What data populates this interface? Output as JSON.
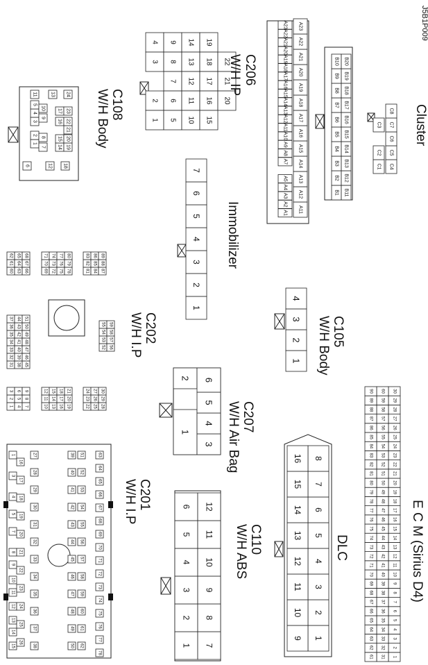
{
  "figure_code": "J5B1P009",
  "connectors": [
    {
      "id": "C201",
      "name": "C201",
      "desc": "W/H I.P",
      "pins": [
        "1",
        "2",
        "3",
        "4",
        "5",
        "6",
        "7",
        "8",
        "9",
        "10",
        "11",
        "12",
        "13",
        "14",
        "15",
        "16",
        "17",
        "18",
        "19",
        "20",
        "21",
        "22",
        "23",
        "24",
        "25",
        "26",
        "27",
        "28",
        "29",
        "30",
        "31",
        "32",
        "33",
        "34",
        "35",
        "36",
        "37",
        "38",
        "39",
        "40",
        "41",
        "42",
        "43",
        "44",
        "45",
        "46",
        "47",
        "48",
        "49",
        "50",
        "51",
        "52",
        "53",
        "54",
        "55",
        "56",
        "57",
        "58",
        "59",
        "60",
        "61",
        "62",
        "63",
        "64",
        "65",
        "66",
        "67",
        "68",
        "69",
        "70",
        "71",
        "72",
        "73",
        "74",
        "75",
        "76",
        "77",
        "78"
      ]
    },
    {
      "id": "C202",
      "name": "C202",
      "desc": "W/H I.P",
      "pins": [
        "1",
        "2",
        "3",
        "4",
        "5",
        "6",
        "7",
        "8",
        "9",
        "10",
        "11",
        "12",
        "13",
        "14",
        "15",
        "16",
        "17",
        "18",
        "19",
        "20",
        "21",
        "22",
        "23",
        "24",
        "25",
        "26",
        "27",
        "28",
        "29",
        "30",
        "31",
        "32",
        "33",
        "34",
        "35",
        "36",
        "37",
        "38",
        "39",
        "40",
        "41",
        "42",
        "43",
        "44",
        "45",
        "46",
        "47",
        "48",
        "49",
        "50",
        "51",
        "52",
        "53",
        "54",
        "55",
        "56",
        "57",
        "58",
        "59",
        "60",
        "61",
        "62",
        "63",
        "64",
        "65",
        "66",
        "67",
        "68",
        "69",
        "70",
        "71",
        "72",
        "73",
        "74",
        "75",
        "76",
        "77",
        "78",
        "79",
        "80",
        "81",
        "82",
        "83",
        "84",
        "85",
        "86",
        "87",
        "88",
        "89"
      ]
    },
    {
      "id": "C108",
      "name": "C108",
      "desc": "W/H Body",
      "pins": [
        "1",
        "2",
        "3",
        "4",
        "5",
        "6",
        "7",
        "8",
        "9",
        "10",
        "11",
        "12",
        "13",
        "14",
        "15",
        "16",
        "17",
        "18",
        "19",
        "20",
        "21",
        "22",
        "23",
        "24"
      ]
    },
    {
      "id": "C206",
      "name": "C206",
      "desc": "W/H IP",
      "pins": [
        "1",
        "2",
        "3",
        "4",
        "5",
        "6",
        "7",
        "8",
        "9",
        "10",
        "11",
        "12",
        "13",
        "14",
        "15",
        "16",
        "17",
        "18",
        "19",
        "20",
        "21",
        "22"
      ]
    },
    {
      "id": "IMMO",
      "name": "Immobilizer",
      "desc": "",
      "pins": [
        "1",
        "2",
        "3",
        "4",
        "5",
        "6",
        "7"
      ]
    },
    {
      "id": "CLUSTER",
      "name": "Cluster",
      "desc": "",
      "pins": [
        "A1",
        "A2",
        "A3",
        "A4",
        "A5",
        "A6",
        "A7",
        "A8",
        "A9",
        "A10",
        "A11",
        "A12",
        "A13",
        "A14",
        "A15",
        "A16",
        "A17",
        "A18",
        "A19",
        "A20",
        "A21",
        "A22",
        "A23",
        "B1",
        "B2",
        "B3",
        "B4",
        "B5",
        "B6",
        "B7",
        "B8",
        "B9",
        "B10",
        "B11",
        "B12",
        "B13",
        "B14",
        "B15",
        "B16",
        "B17",
        "B18",
        "B19",
        "B20",
        "C1",
        "C2",
        "C3",
        "C4",
        "C5",
        "C6",
        "C7",
        "C8"
      ]
    },
    {
      "id": "C207",
      "name": "C207",
      "desc": "W/H Air Bag",
      "pins": [
        "1",
        "2",
        "3",
        "4",
        "5",
        "6"
      ]
    },
    {
      "id": "C105",
      "name": "C105",
      "desc": "W/H Body",
      "pins": [
        "1",
        "2",
        "3",
        "4"
      ]
    },
    {
      "id": "C110",
      "name": "C110",
      "desc": "W/H ABS",
      "pins": [
        "1",
        "2",
        "3",
        "4",
        "5",
        "6",
        "7",
        "8",
        "9",
        "10",
        "11",
        "12"
      ]
    },
    {
      "id": "DLC",
      "name": "DLC",
      "desc": "",
      "pins": [
        "1",
        "2",
        "3",
        "4",
        "5",
        "6",
        "7",
        "8",
        "9",
        "10",
        "11",
        "12",
        "13",
        "14",
        "15",
        "16"
      ]
    },
    {
      "id": "ECM",
      "name": "E C M (Sirius D4)",
      "desc": "",
      "pins": [
        "1",
        "2",
        "3",
        "4",
        "5",
        "6",
        "7",
        "8",
        "9",
        "10",
        "11",
        "12",
        "13",
        "14",
        "15",
        "16",
        "17",
        "18",
        "19",
        "20",
        "21",
        "22",
        "23",
        "24",
        "25",
        "26",
        "27",
        "28",
        "29",
        "30",
        "31",
        "32",
        "33",
        "34",
        "35",
        "36",
        "37",
        "38",
        "39",
        "40",
        "41",
        "42",
        "43",
        "44",
        "45",
        "46",
        "47",
        "48",
        "49",
        "50",
        "51",
        "52",
        "53",
        "54",
        "55",
        "56",
        "57",
        "58",
        "59",
        "60",
        "61",
        "62",
        "63",
        "64",
        "65",
        "66",
        "67",
        "68",
        "69",
        "70",
        "71",
        "72",
        "73",
        "74",
        "75",
        "76",
        "77",
        "78",
        "79",
        "80",
        "81",
        "82",
        "83",
        "84",
        "85",
        "86",
        "87",
        "88",
        "89",
        "90"
      ]
    }
  ]
}
